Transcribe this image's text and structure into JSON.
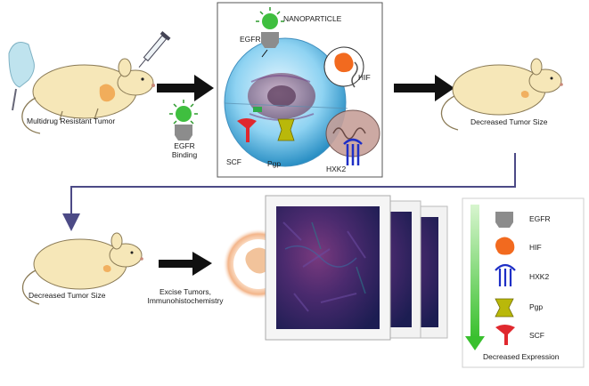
{
  "labels": {
    "multidrug_tumor": "Multidrug Resistant Tumor",
    "egfr_binding_1": "EGFR",
    "egfr_binding_2": "Binding",
    "nanoparticle": "NANOPARTICLE",
    "egfr": "EGFR",
    "hif": "HIF",
    "scf": "SCF",
    "pgp": "Pgp",
    "hxk2": "HXK2",
    "decreased_tumor_size_top": "Decreased Tumor Size",
    "decreased_tumor_size_bottom": "Decreased Tumor Size",
    "excise_1": "Excise Tumors,",
    "excise_2": "Immunohistochemistry",
    "decreased_expression": "Decreased Expression"
  },
  "legend": [
    {
      "icon": "egfr-receptor-icon",
      "label": "EGFR"
    },
    {
      "icon": "hif-icon",
      "label": "HIF"
    },
    {
      "icon": "hxk2-icon",
      "label": "HXK2"
    },
    {
      "icon": "pgp-icon",
      "label": "Pgp"
    },
    {
      "icon": "scf-icon",
      "label": "SCF"
    }
  ],
  "colors": {
    "mouse_body": "#f6e7b8",
    "mouse_outline": "#8a7a55",
    "tumor": "#f0a24a",
    "arrow": "#111111",
    "flow_line": "#4c4a86",
    "egfr_gray": "#8c8c8c",
    "hif_orange": "#f26a1f",
    "hxk2_blue": "#1e2fc6",
    "pgp_olive": "#b9b80a",
    "scf_red": "#e0282e",
    "green_gradient": "#46c83c",
    "nanoparticle_green": "#3fbf3f"
  }
}
